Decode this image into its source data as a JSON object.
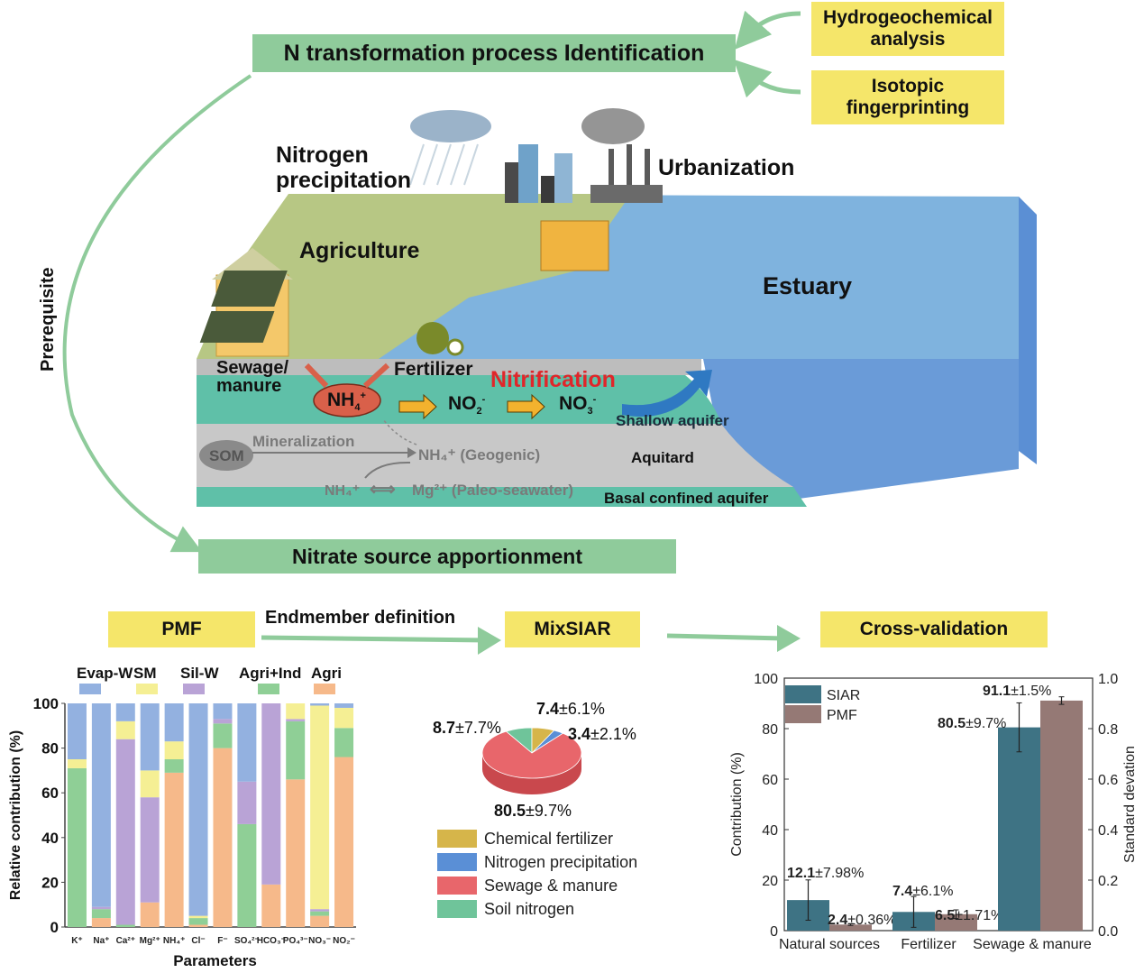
{
  "top": {
    "n_transformation": "N transformation process Identification",
    "hydrogeochemical": [
      "Hydrogeochemical",
      "analysis"
    ],
    "isotopic": [
      "Isotopic",
      "fingerprinting"
    ],
    "prerequisite": "Prerequisite",
    "nitrate_source": "Nitrate source apportionment"
  },
  "scene": {
    "nitrogen_precip": [
      "Nitrogen",
      "precipitation"
    ],
    "urbanization": "Urbanization",
    "agriculture": "Agriculture",
    "estuary": "Estuary",
    "sewage": [
      "Sewage/",
      "manure"
    ],
    "fertilizer": "Fertilizer",
    "nitrification": "Nitrification",
    "nh4": "NH",
    "no2": "NO",
    "no3": "NO",
    "shallow_aquifer": "Shallow aquifer",
    "aquitard": "Aquitard",
    "basal": "Basal confined aquifer",
    "som": "SOM",
    "mineralization": "Mineralization",
    "geogenic": "NH₄⁺ (Geogenic)",
    "paleo_left": "NH₄⁺",
    "paleo_right": "Mg²⁺ (Paleo-seawater)",
    "colors": {
      "shallow": "#5fc0a8",
      "aquitard": "#c8c8c8",
      "estuary": "#5b8fd4",
      "land": "#b7c784",
      "nh4_fill": "#d9604a"
    }
  },
  "flow": {
    "pmf": "PMF",
    "endmember": "Endmember definition",
    "mixsiar": "MixSIAR",
    "cross": "Cross-validation"
  },
  "chart_data": [
    {
      "type": "bar",
      "subtype": "stacked-100",
      "title": "",
      "xlabel": "Parameters",
      "ylabel": "Relative contribution (%)",
      "ylim": [
        0,
        100
      ],
      "yticks": [
        0,
        20,
        40,
        60,
        80,
        100
      ],
      "legend_position": "top",
      "categories": [
        "K⁺",
        "Na⁺",
        "Ca²⁺",
        "Mg²⁺",
        "NH₄⁺",
        "Cl⁻",
        "F⁻",
        "SO₄²⁻",
        "HCO₃⁻",
        "PO₄³⁻",
        "NO₃⁻",
        "NO₂⁻"
      ],
      "series": [
        {
          "name": "Agri",
          "color": "#f6b98a",
          "values": [
            0,
            4,
            0,
            11,
            69,
            1,
            80,
            0,
            19,
            66,
            5,
            76
          ]
        },
        {
          "name": "Agri+Ind",
          "color": "#8fcf96",
          "values": [
            71,
            4,
            1,
            0,
            6,
            3,
            11,
            46,
            0,
            26,
            2,
            13
          ]
        },
        {
          "name": "Sil-W",
          "color": "#b9a3d6",
          "values": [
            0,
            1,
            83,
            47,
            0,
            0,
            2,
            19,
            81,
            1,
            1,
            0
          ]
        },
        {
          "name": "SM",
          "color": "#f5ef94",
          "values": [
            4,
            0,
            8,
            12,
            8,
            1,
            0,
            0,
            0,
            7,
            91,
            9
          ]
        },
        {
          "name": "Evap-W",
          "color": "#93b1e0",
          "values": [
            25,
            91,
            8,
            30,
            17,
            95,
            7,
            35,
            0,
            0,
            1,
            2
          ]
        }
      ],
      "legend_order": [
        "Evap-W",
        "SM",
        "Sil-W",
        "Agri+Ind",
        "Agri"
      ]
    },
    {
      "type": "pie",
      "title": "",
      "slices": [
        {
          "name": "Chemical fertilizer",
          "value": 7.4,
          "sd": 6.1,
          "label": "7.4±6.1%",
          "color": "#d6b54a"
        },
        {
          "name": "Nitrogen precipitation",
          "value": 3.4,
          "sd": 2.1,
          "label": "3.4±2.1%",
          "color": "#5a8fd6"
        },
        {
          "name": "Sewage & manure",
          "value": 80.5,
          "sd": 9.7,
          "label": "80.5±9.7%",
          "color": "#e8666b"
        },
        {
          "name": "Soil nitrogen",
          "value": 8.7,
          "sd": 7.7,
          "label": "8.7±7.7%",
          "color": "#6fc49a"
        }
      ]
    },
    {
      "type": "bar",
      "subtype": "grouped",
      "title": "",
      "xlabel": "",
      "ylabel": "Contribution (%)",
      "y2label": "Standard devation",
      "ylim": [
        0,
        100
      ],
      "y2lim": [
        0,
        1.0
      ],
      "yticks": [
        0,
        20,
        40,
        60,
        80,
        100
      ],
      "y2ticks": [
        "0.0",
        "0.2",
        "0.4",
        "0.6",
        "0.8",
        "1.0"
      ],
      "legend_position": "top-left",
      "categories": [
        "Natural sources",
        "Fertilizer",
        "Sewage & manure"
      ],
      "series": [
        {
          "name": "SIAR",
          "color": "#3e7384",
          "values": [
            12.1,
            7.4,
            80.5
          ],
          "err": [
            7.98,
            6.1,
            9.7
          ],
          "labels_bold": [
            "12.1",
            "7.4",
            "80.5"
          ],
          "labels_rest": [
            "±7.98%",
            "±6.1%",
            "±9.7%"
          ]
        },
        {
          "name": "PMF",
          "color": "#957975",
          "values": [
            2.4,
            6.5,
            91.1
          ],
          "err": [
            0.36,
            1.71,
            1.5
          ],
          "labels_bold": [
            "2.4",
            "6.5",
            "91.1"
          ],
          "labels_rest": [
            "±0.36%",
            "±1.71%",
            "±1.5%"
          ]
        }
      ]
    }
  ]
}
